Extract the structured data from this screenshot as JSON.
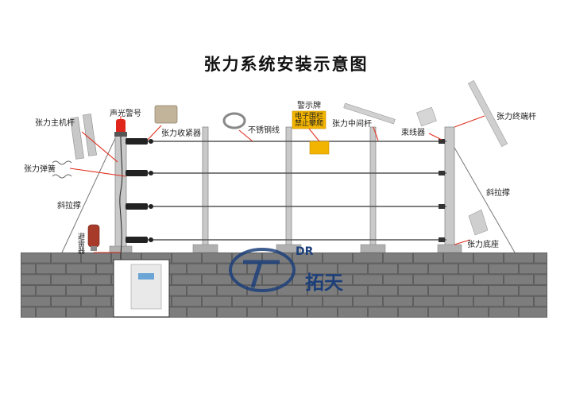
{
  "title": "张力系统安装示意图",
  "labels": {
    "main_post": "张力主机杆",
    "siren": "声光警号",
    "receiver": "张力收紧器",
    "wire": "不锈钢线",
    "sign": "警示牌",
    "mid_post": "张力中间杆",
    "binder": "束线器",
    "end_post": "张力终端杆",
    "spring": "张力弹簧",
    "brace_left": "斜拉撑",
    "brace_right": "斜拉撑",
    "arrester": "避雷器",
    "base": "张力底座"
  },
  "sign_text": {
    "line1": "电子围栏",
    "line2": "禁止攀爬"
  },
  "brand": {
    "name": "拓天",
    "letters": "DR"
  },
  "colors": {
    "leader": "#e0301e",
    "wall": "#7d7d7d",
    "brand": "#1c3f7a",
    "sign": "#f2b400"
  }
}
